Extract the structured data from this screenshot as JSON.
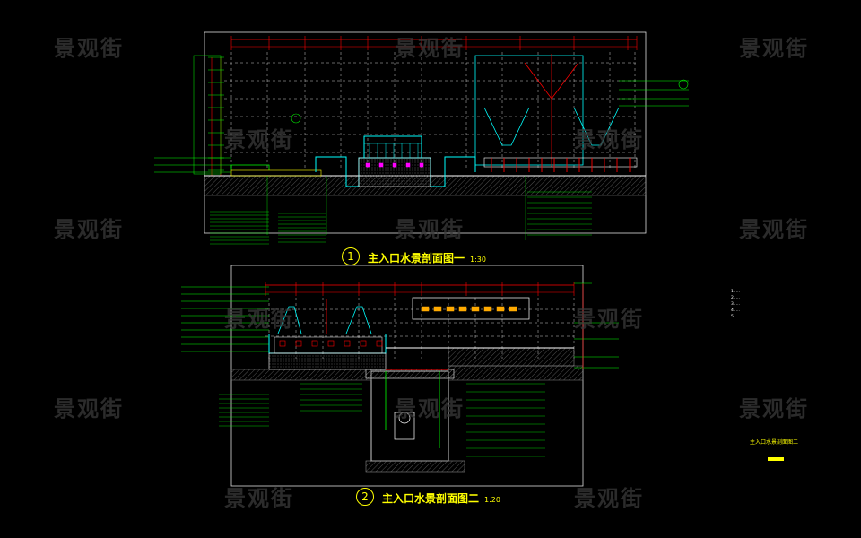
{
  "watermark": "景观街",
  "sections": [
    {
      "number": "1",
      "title": "主入口水景剖面图一",
      "scale": "1:30"
    },
    {
      "number": "2",
      "title": "主入口水景剖面图二",
      "scale": "1:20"
    }
  ],
  "side_panel": {
    "label": "主入口水景剖面图二",
    "legend_lines": [
      "1. ...",
      "2. ...",
      "3. ...",
      "4. ...",
      "5. ..."
    ]
  },
  "colors": {
    "background": "#000000",
    "annotation": "#00ff00",
    "structure": "#ffffff",
    "dimension": "#ff0000",
    "water": "#00ffff",
    "title": "#ffff00",
    "fill": "#ff00ff"
  }
}
